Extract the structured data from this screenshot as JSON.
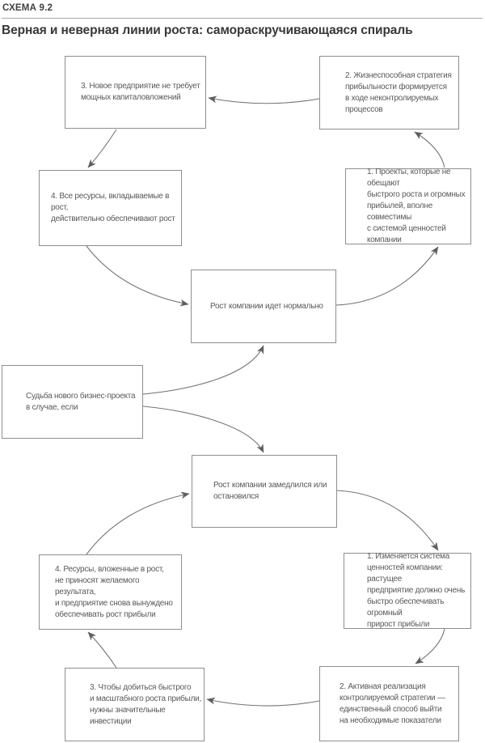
{
  "header": {
    "kicker": "СХЕМА 9.2",
    "title": "Верная и неверная линии роста: самораскручивающаяся спираль"
  },
  "condition_box": [
    "Судьба нового бизнес-проекта",
    "в случае, если"
  ],
  "top_cycle": {
    "center": "Рост компании идет нормально",
    "box1": [
      "1. Проекты, которые не обещают",
      "быстрого роста и огромных",
      "прибылей, вполне совместимы",
      "с системой ценностей компании"
    ],
    "box2": [
      "2. Жизнеспособная стратегия",
      "прибыльности формируется",
      "в ходе неконтролируемых",
      "процессов"
    ],
    "box3": [
      "3. Новое предприятие не требует",
      "мощных капиталовложений"
    ],
    "box4": [
      "4. Все ресурсы, вкладываемые в рост,",
      "действительно обеспечивают рост"
    ]
  },
  "bottom_cycle": {
    "center": [
      "Рост компании замедлился или",
      "остановился"
    ],
    "box1": [
      "1. Изменяется система",
      "ценностей компании: растущее",
      "предприятие должно очень",
      "быстро обеспечивать огромный",
      "прирост прибыли"
    ],
    "box2": [
      "2. Активная реализация",
      "контролируемой стратегии —",
      "единственный способ выйти",
      "на необходимые показатели"
    ],
    "box3": [
      "3. Чтобы добиться быстрого",
      "и масштабного роста прибыли,",
      "нужны значительные",
      "инвестиции"
    ],
    "box4": [
      "4. Ресурсы, вложенные в рост,",
      "не приносят желаемого результата,",
      "и предприятие снова вынуждено",
      "обеспечивать рост прибыли"
    ]
  },
  "colors": {
    "box_border": "#8e8e8e",
    "arrow": "#747474",
    "body_text": "#595959",
    "title_text": "#383838"
  }
}
